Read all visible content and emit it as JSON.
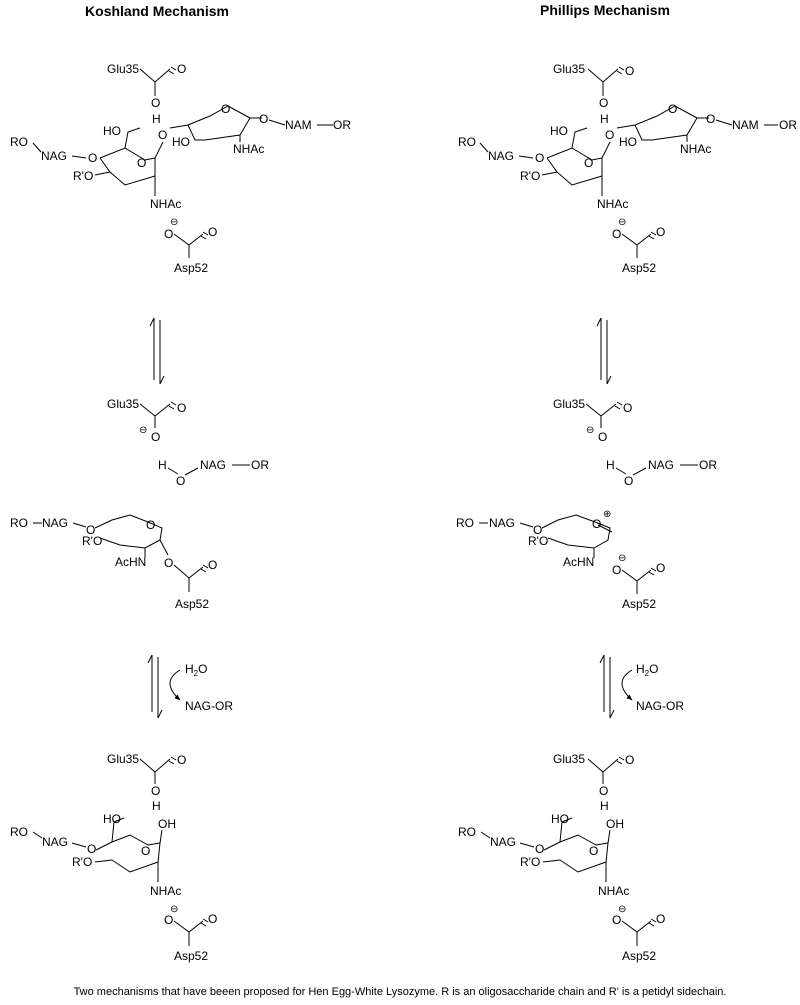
{
  "titles": {
    "left": "Koshland Mechanism",
    "right": "Phillips Mechanism"
  },
  "labels": {
    "glu35": "Glu35",
    "asp52": "Asp52",
    "O": "O",
    "H": "H",
    "OH": "OH",
    "HO": "HO",
    "RO": "RO",
    "R_prime_O": "R'O",
    "NAG": "NAG",
    "NAM": "NAM",
    "OR": "OR",
    "NHAc": "NHAc",
    "AcHN": "AcHN",
    "NAG_OR": "NAG-OR",
    "water_H": "H",
    "water_sub": "2",
    "water_O": "O",
    "minus": "⊖",
    "plus": "⊕"
  },
  "caption": "Two mechanisms that have beeen proposed for Hen Egg-White Lysozyme. R is an oligosaccharide chain and R' is a petidyl sidechain."
}
